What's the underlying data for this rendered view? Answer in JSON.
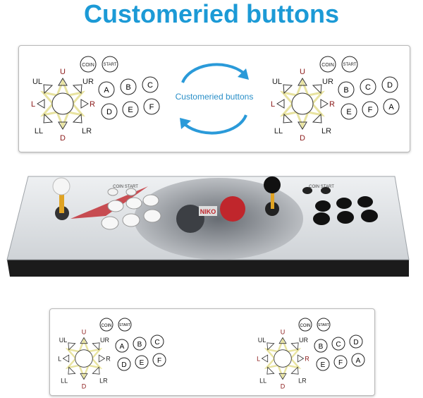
{
  "title": "Customeried buttons",
  "center_label": "Customeried buttons",
  "coin_label": "COIN",
  "start_label": "START",
  "directions": {
    "U": "U",
    "D": "D",
    "L": "L",
    "R": "R",
    "UL": "UL",
    "UR": "UR",
    "LL": "LL",
    "LR": "LR"
  },
  "left_buttons": [
    "A",
    "B",
    "C",
    "D",
    "E",
    "F"
  ],
  "right_buttons": [
    "B",
    "C",
    "D",
    "E",
    "F",
    "A"
  ],
  "cabinet": {
    "coin_start_left": "COIN  START",
    "coin_start_right": "COIN  START",
    "logo": "NIKO"
  },
  "colors": {
    "title": "#1c9ad6",
    "arrows": "#2a9ad9",
    "dir_red": "#8b1a1a",
    "joystick_ring": "#e8e3a0"
  }
}
